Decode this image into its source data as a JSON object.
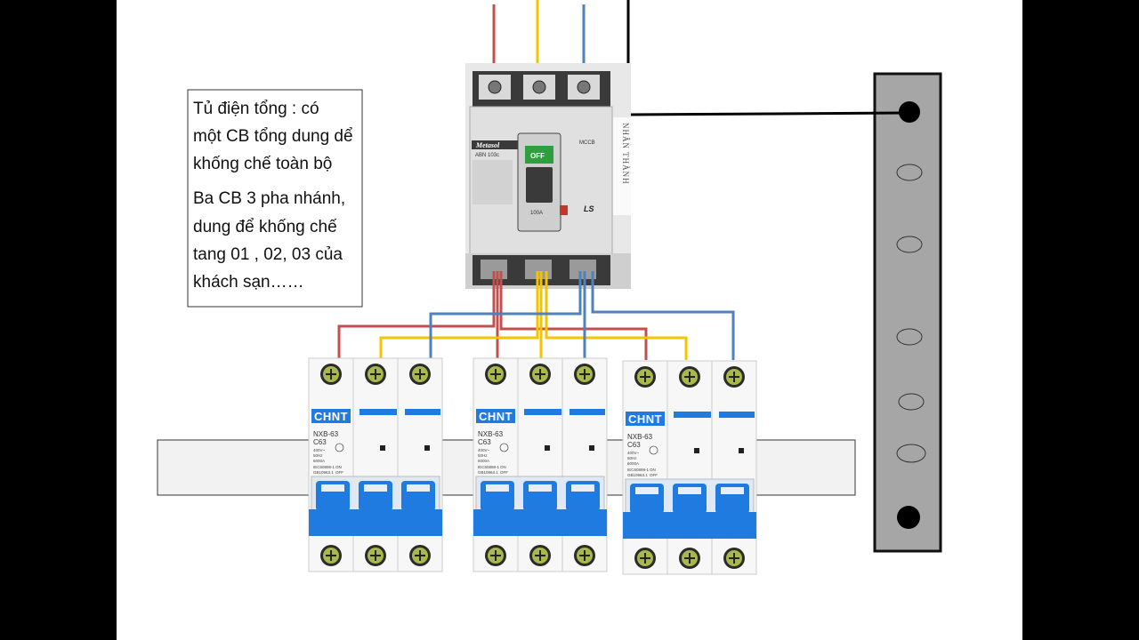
{
  "note": {
    "lines": [
      "Tủ điện tổng : có",
      "một CB tổng dung dể",
      "khống chế toàn bộ",
      "Ba CB 3 pha nhánh,",
      "dung để khống chế",
      "tang 01 , 02, 03 của",
      "khách sạn……"
    ]
  },
  "mccb": {
    "brand": "Metasol",
    "model": "ABN 103c",
    "type": "MCCB",
    "state": "OFF",
    "rating": "100A",
    "maker": "LS",
    "side_label": "NHÂN THÀNH"
  },
  "mcbs": [
    {
      "brand": "CHNT",
      "model": "NXB-63",
      "rating": "C63",
      "specs": [
        "400V~",
        "50Hz",
        "6000A"
      ],
      "standards": [
        "IEC60898-1",
        "GB10963.1"
      ],
      "on_off": [
        "ON",
        "OFF"
      ]
    },
    {
      "brand": "CHNT",
      "model": "NXB-63",
      "rating": "C63",
      "specs": [
        "400V~",
        "50Hz",
        "6000A"
      ],
      "standards": [
        "IEC60898-1",
        "GB10963.1"
      ],
      "on_off": [
        "ON",
        "OFF"
      ]
    },
    {
      "brand": "CHNT",
      "model": "NXB-63",
      "rating": "C63",
      "specs": [
        "400V~",
        "50Hz",
        "6000A"
      ],
      "standards": [
        "IEC60898-1",
        "GB10963.1"
      ],
      "on_off": [
        "ON",
        "OFF"
      ]
    }
  ],
  "colors": {
    "phase_red": "#c0504d",
    "phase_yellow": "#f5c400",
    "phase_blue": "#4f81bd",
    "neutral": "#000000",
    "mcb_blue": "#1f7be0",
    "din_rail": "#f2f2f2",
    "busbar": "#a6a6a6"
  }
}
